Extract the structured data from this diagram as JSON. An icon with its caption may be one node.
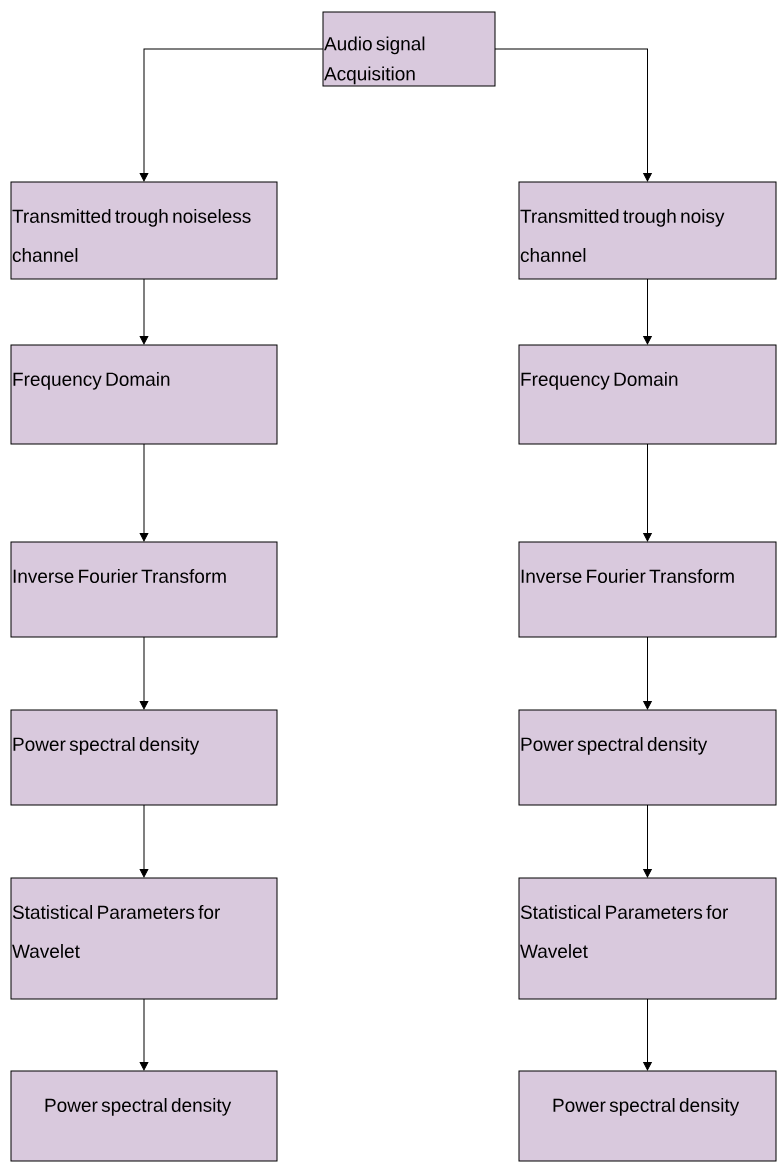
{
  "diagram": {
    "nodes": [
      {
        "text": [
          "Audio signal Acquisition"
        ]
      },
      {
        "text": [
          "Transmitted trough noiseless channel"
        ]
      },
      {
        "text": [
          "Frequency Domain"
        ]
      },
      {
        "text": [
          "Inverse Fourier Transform"
        ]
      },
      {
        "text": [
          "Power spectral density"
        ]
      },
      {
        "text": [
          "Statistical Parameters for Wavelet"
        ]
      },
      {
        "text": [
          "Power spectral density"
        ]
      },
      {
        "text": [
          "Transmitted trough noisy channel"
        ]
      },
      {
        "text": [
          "Frequency Domain"
        ]
      },
      {
        "text": [
          "Inverse Fourier Transform"
        ]
      },
      {
        "text": [
          "Power spectral density"
        ]
      },
      {
        "text": [
          "Statistical Parameters for Wavelet"
        ]
      },
      {
        "text": [
          "Power spectral density"
        ]
      }
    ],
    "edges": [
      {
        "from": 0,
        "to": 1,
        "arrow": "to"
      },
      {
        "from": 0,
        "to": 7,
        "arrow": "to"
      },
      {
        "from": 1,
        "to": 2,
        "arrow": "to"
      },
      {
        "from": 2,
        "to": 3,
        "arrow": "to"
      },
      {
        "from": 3,
        "to": 4,
        "arrow": "to"
      },
      {
        "from": 4,
        "to": 5,
        "arrow": "to"
      },
      {
        "from": 5,
        "to": 6,
        "arrow": "to"
      },
      {
        "from": 7,
        "to": 8,
        "arrow": "to"
      },
      {
        "from": 8,
        "to": 9,
        "arrow": "to"
      },
      {
        "from": 9,
        "to": 10,
        "arrow": "to"
      },
      {
        "from": 10,
        "to": 11,
        "arrow": "to"
      },
      {
        "from": 11,
        "to": 12,
        "arrow": "to"
      }
    ]
  }
}
